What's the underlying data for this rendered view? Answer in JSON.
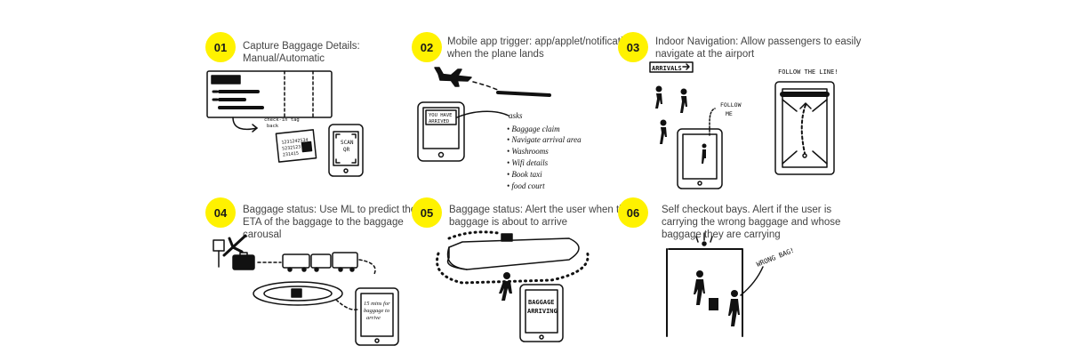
{
  "steps": [
    {
      "num": "01",
      "lines": [
        "Capture Baggage Details:",
        "Manual/Automatic"
      ]
    },
    {
      "num": "02",
      "lines": [
        "Mobile app trigger: app/applet/notification",
        "when the plane lands"
      ]
    },
    {
      "num": "03",
      "lines": [
        "Indoor Navigation: Allow passengers to easily",
        "navigate at the airport"
      ]
    },
    {
      "num": "04",
      "lines": [
        "Baggage status: Use ML to predict the",
        "ETA of the baggage to the baggage",
        "carousal"
      ]
    },
    {
      "num": "05",
      "lines": [
        "Baggage status: Alert the user when the",
        "baggage is about to arrive"
      ]
    },
    {
      "num": "06",
      "lines": [
        "Self checkout bays. Alert if the user is",
        "carrying the wrong baggage and whose",
        "baggage they are carrying"
      ]
    }
  ],
  "sketch": {
    "s1": {
      "checkin": "check-in tag",
      "back": "back",
      "tag": [
        "1231242534",
        "5232123",
        "231415"
      ],
      "scan": [
        "SCAN",
        "QR"
      ]
    },
    "s2": {
      "screen": [
        "YOU HAVE",
        "ARRIVED"
      ],
      "asks": "asks",
      "items": [
        "Baggage claim",
        "Navigate arrival area",
        "Washrooms",
        "Wifi details",
        "Book taxi",
        "food court"
      ]
    },
    "s3": {
      "sign": "ARRIVALS",
      "follow": [
        "FOLLOW",
        "ME"
      ],
      "line": "FOLLOW THE LINE!"
    },
    "s4": {
      "screen": [
        "15 mins for",
        "baggage to",
        "arrive"
      ]
    },
    "s5": {
      "screen": [
        "BAGGAGE",
        "ARRIVING"
      ]
    },
    "s6": {
      "wrong": "WRONG BAG!"
    }
  }
}
